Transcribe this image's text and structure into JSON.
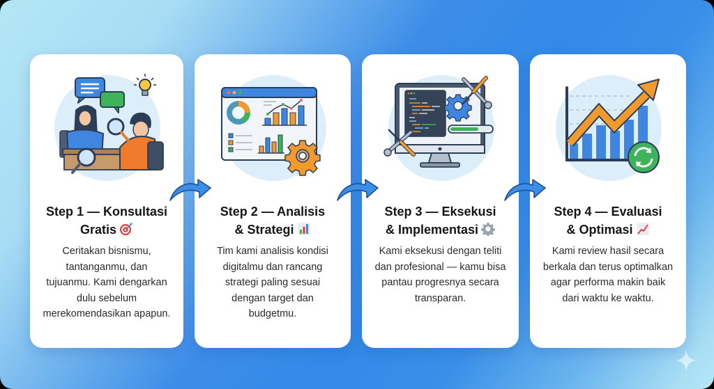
{
  "theme": {
    "accent": "#3a8ee8",
    "light_bg": "#b4e6f6",
    "card_bg": "#ffffff",
    "text": "#151515",
    "orange": "#f29a2e",
    "green": "#3cb563"
  },
  "steps": [
    {
      "title_line1": "Step 1 — Konsultasi",
      "title_line2": "Gratis",
      "emoji_icon": "target-icon",
      "illustration": "consultation-meeting",
      "description": "Ceritakan bisnismu, tantanganmu, dan tujuanmu. Kami dengarkan dulu sebelum merekomendasikan apapun."
    },
    {
      "title_line1": "Step 2 — Analisis",
      "title_line2": "& Strategi",
      "emoji_icon": "bar-chart-icon",
      "illustration": "analytics-dashboard",
      "description": "Tim kami analisis kondisi digitalmu dan rancang strategi paling sesuai dengan target dan budgetmu."
    },
    {
      "title_line1": "Step 3 — Eksekusi",
      "title_line2": "& Implementasi",
      "emoji_icon": "gear-icon",
      "illustration": "monitor-with-tools",
      "description": "Kami eksekusi dengan teliti dan profesional — kamu bisa pantau progresnya secara transparan."
    },
    {
      "title_line1": "Step 4 — Evaluasi",
      "title_line2": "& Optimasi",
      "emoji_icon": "chart-increasing-icon",
      "illustration": "growth-chart-refresh",
      "description": "Kami review hasil secara berkala dan terus optimalkan agar performa makin baik dari waktu ke waktu."
    }
  ],
  "connectors": [
    {
      "from": 1,
      "to": 2,
      "icon": "curved-arrow-right-icon"
    },
    {
      "from": 2,
      "to": 3,
      "icon": "curved-arrow-right-icon"
    },
    {
      "from": 3,
      "to": 4,
      "icon": "curved-arrow-right-icon"
    }
  ]
}
